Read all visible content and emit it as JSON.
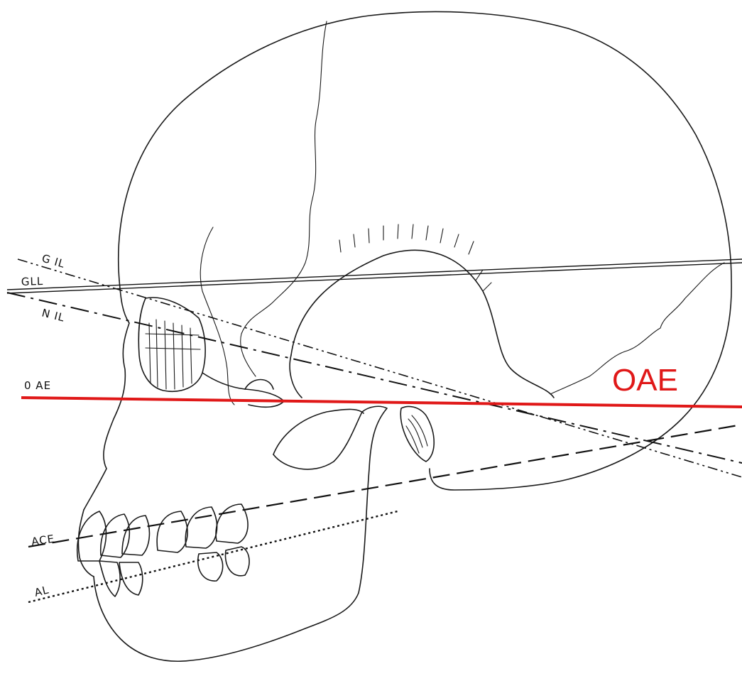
{
  "labels": {
    "gil": "G IL",
    "gll": "GLL",
    "nil": "N IL",
    "oae_small": "0 AE",
    "ace": "ACE",
    "al": "AL",
    "oae_highlight": "OAE"
  },
  "colors": {
    "highlight": "#e01818",
    "ink": "#1a1a1a"
  }
}
